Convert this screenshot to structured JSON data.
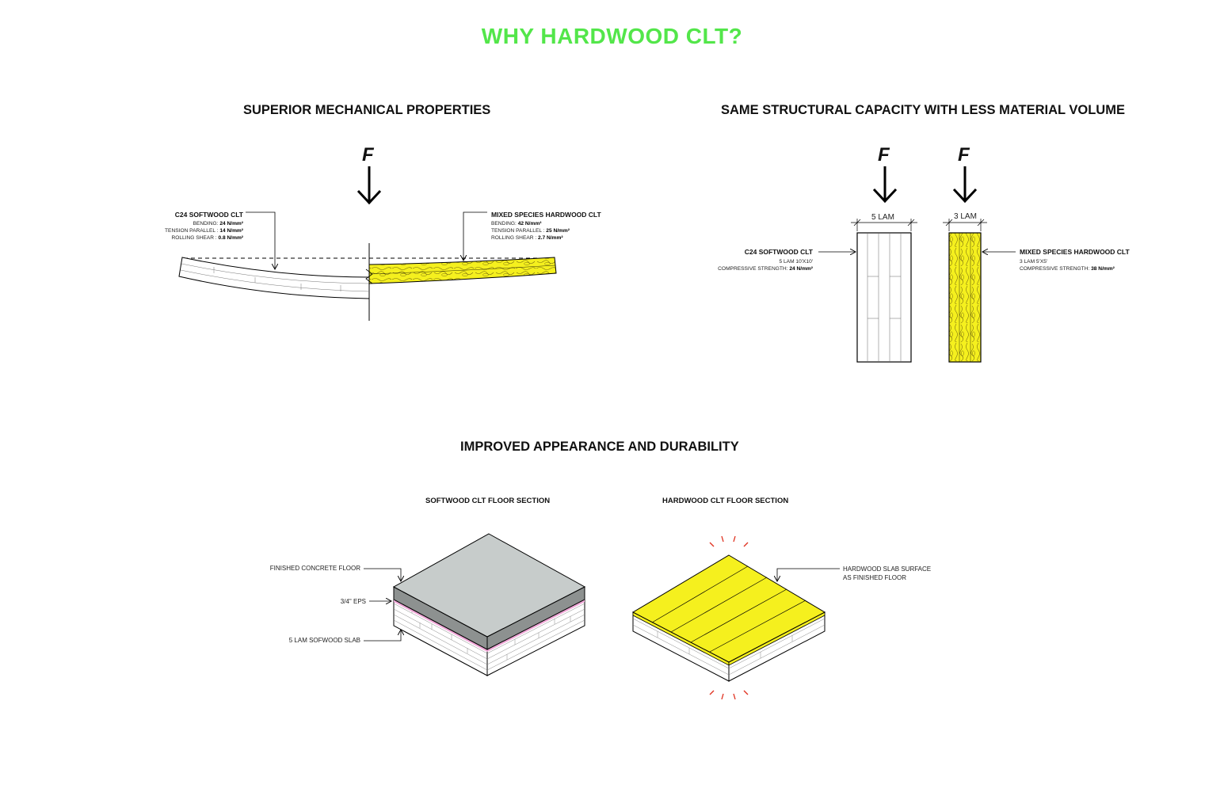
{
  "title": "WHY HARDWOOD CLT?",
  "sections": {
    "mechanical": {
      "heading": "SUPERIOR MECHANICAL PROPERTIES",
      "force": "F",
      "softwood": {
        "name": "C24 SOFTWOOD CLT",
        "props": [
          {
            "label": "BENDING:",
            "value": "24 N/mm²"
          },
          {
            "label": "TENSION PARALLEL :",
            "value": "14 N/mm²"
          },
          {
            "label": "ROLLING SHEAR :",
            "value": "0.8 N/mm²"
          }
        ]
      },
      "hardwood": {
        "name": "MIXED SPECIES HARDWOOD CLT",
        "props": [
          {
            "label": "BENDING:",
            "value": "42 N/mm²"
          },
          {
            "label": "TENSION PARALLEL :",
            "value": "25 N/mm²"
          },
          {
            "label": "ROLLING SHEAR :",
            "value": "2.7 N/mm²"
          }
        ]
      }
    },
    "capacity": {
      "heading": "SAME STRUCTURAL CAPACITY WITH LESS MATERIAL VOLUME",
      "force_left": "F",
      "force_right": "F",
      "dim_left": "5 LAM",
      "dim_right": "3 LAM",
      "softwood": {
        "name": "C24 SOFTWOOD CLT",
        "spec": "5 LAM 10'X10'",
        "strength_label": "COMPRESSIVE STRENGTH:",
        "strength_value": "24 N/mm²"
      },
      "hardwood": {
        "name": "MIXED SPECIES HARDWOOD CLT",
        "spec": "3 LAM 5'X5'",
        "strength_label": "COMPRESSIVE STRENGTH:",
        "strength_value": "38 N/mm²"
      }
    },
    "appearance": {
      "heading": "IMPROVED APPEARANCE AND DURABILITY",
      "softwood_section": "SOFTWOOD CLT FLOOR SECTION",
      "hardwood_section": "HARDWOOD CLT FLOOR SECTION",
      "labels": {
        "concrete": "FINISHED CONCRETE FLOOR",
        "eps": "3/4\" EPS",
        "slab": "5 LAM SOFWOOD SLAB",
        "hardwood_surface_1": "HARDWOOD SLAB SURFACE",
        "hardwood_surface_2": "AS FINISHED FLOOR"
      }
    }
  },
  "colors": {
    "title_green": "#53e64a",
    "hardwood_yellow": "#f5f01e",
    "concrete_gray": "#c7cccb",
    "concrete_side": "#8d9190",
    "eps_pink": "#f0a8d8",
    "accent_red": "#e0301e"
  }
}
